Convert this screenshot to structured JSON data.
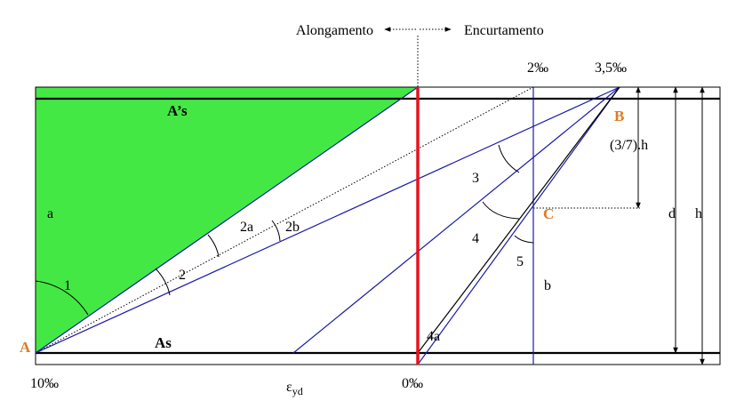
{
  "colors": {
    "fill": "#44e844",
    "domain_line": "#1a1aa8",
    "red_line": "#e8121b",
    "point_label": "#e07a22",
    "black": "#000000"
  },
  "header": {
    "left_label": "Alongamento",
    "right_label": "Encurtamento",
    "arrow_icons": [
      "left-arrow-icon",
      "right-arrow-icon"
    ]
  },
  "top_labels": {
    "two_permil": "2‰",
    "three_five_permil": "3,5‰"
  },
  "bottom_labels": {
    "ten_permil": "10‰",
    "eyd_symbol": "ε",
    "eyd_sub": "yd",
    "zero_permil": "0‰"
  },
  "bars": {
    "top": "A’s",
    "bottom": "As"
  },
  "points": {
    "A": "A",
    "B": "B",
    "C": "C"
  },
  "dimensions": {
    "three_sevenths_h": "(3/7).h",
    "d": "d",
    "h": "h"
  },
  "regions": {
    "a": "a",
    "r1": "1",
    "r2": "2",
    "r2a": "2a",
    "r2b": "2b",
    "r3": "3",
    "r4": "4",
    "r4a": "4a",
    "r5": "5",
    "b": "b"
  }
}
